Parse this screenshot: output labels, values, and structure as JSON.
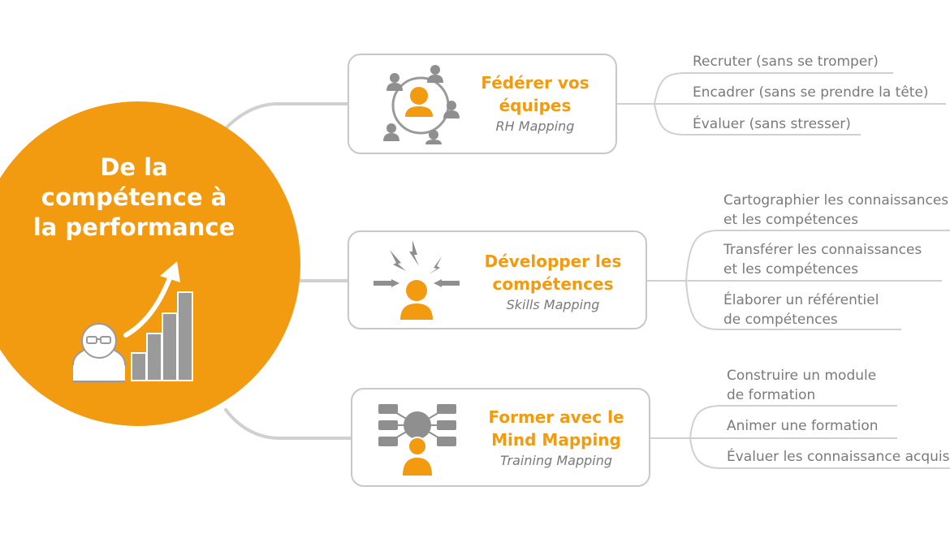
{
  "center": {
    "title_lines": [
      "De la",
      "compétence à",
      "la performance"
    ],
    "color": "#f29a10"
  },
  "branches": [
    {
      "title_lines": [
        "Fédérer vos",
        "équipes"
      ],
      "subtitle": "RH Mapping",
      "icon": "team-circle-icon",
      "leaves": [
        [
          "Recruter (sans se tromper)"
        ],
        [
          "Encadrer (sans se prendre la tête)"
        ],
        [
          "Évaluer (sans stresser)"
        ]
      ]
    },
    {
      "title_lines": [
        "Développer les",
        "compétences"
      ],
      "subtitle": "Skills Mapping",
      "icon": "person-spark-icon",
      "leaves": [
        [
          "Cartographier les connaissances",
          "et les compétences"
        ],
        [
          "Transférer les connaissances",
          "et les compétences"
        ],
        [
          "Élaborer un référentiel",
          "de compétences"
        ]
      ]
    },
    {
      "title_lines": [
        "Former avec le",
        "Mind Mapping"
      ],
      "subtitle": "Training Mapping",
      "icon": "mindmap-person-icon",
      "leaves": [
        [
          "Construire un module",
          "de formation"
        ],
        [
          "Animer une formation"
        ],
        [
          "Évaluer les connaissance acquises"
        ]
      ]
    }
  ],
  "colors": {
    "accent": "#f29a10",
    "gray": "#9a9a9a",
    "line": "#cfcfcf",
    "text": "#7a7a7a"
  }
}
